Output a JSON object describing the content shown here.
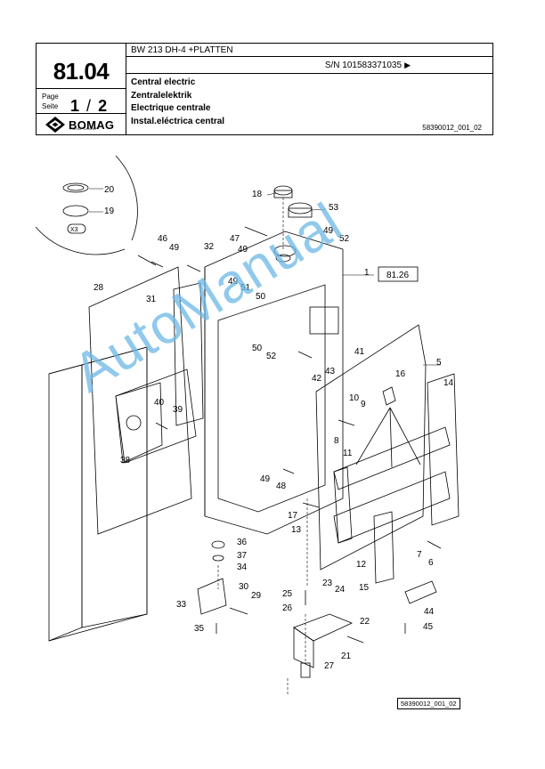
{
  "header": {
    "page_number": "81.04",
    "page_label_en": "Page",
    "page_label_de": "Seite",
    "page_current": "1",
    "page_separator": "/",
    "page_total": "2",
    "brand": "BOMAG",
    "brand_sub": "FAYAT GROUP",
    "model": "BW 213 DH-4 +PLATTEN",
    "serial": "S/N 101583371035",
    "serial_arrow": "▶",
    "title_en": "Central electric",
    "title_de": "Zentralelektrik",
    "title_fr": "Electrique centrale",
    "title_es": "Instal.eléctrica central",
    "doc_ref": "58390012_001_02"
  },
  "drawing": {
    "detail_label": "X3",
    "ref_box": "81.26",
    "part_labels": [
      "1",
      "5",
      "6",
      "7",
      "8",
      "9",
      "10",
      "11",
      "12",
      "13",
      "14",
      "15",
      "16",
      "17",
      "18",
      "19",
      "20",
      "21",
      "22",
      "23",
      "24",
      "25",
      "26",
      "27",
      "28",
      "29",
      "30",
      "31",
      "32",
      "33",
      "34",
      "35",
      "36",
      "37",
      "38",
      "39",
      "40",
      "41",
      "42",
      "43",
      "44",
      "45",
      "46",
      "47",
      "48",
      "49",
      "50",
      "51",
      "52",
      "53"
    ]
  },
  "watermark": "AutoManual",
  "footer": {
    "doc_ref": "58390012_001_02"
  }
}
